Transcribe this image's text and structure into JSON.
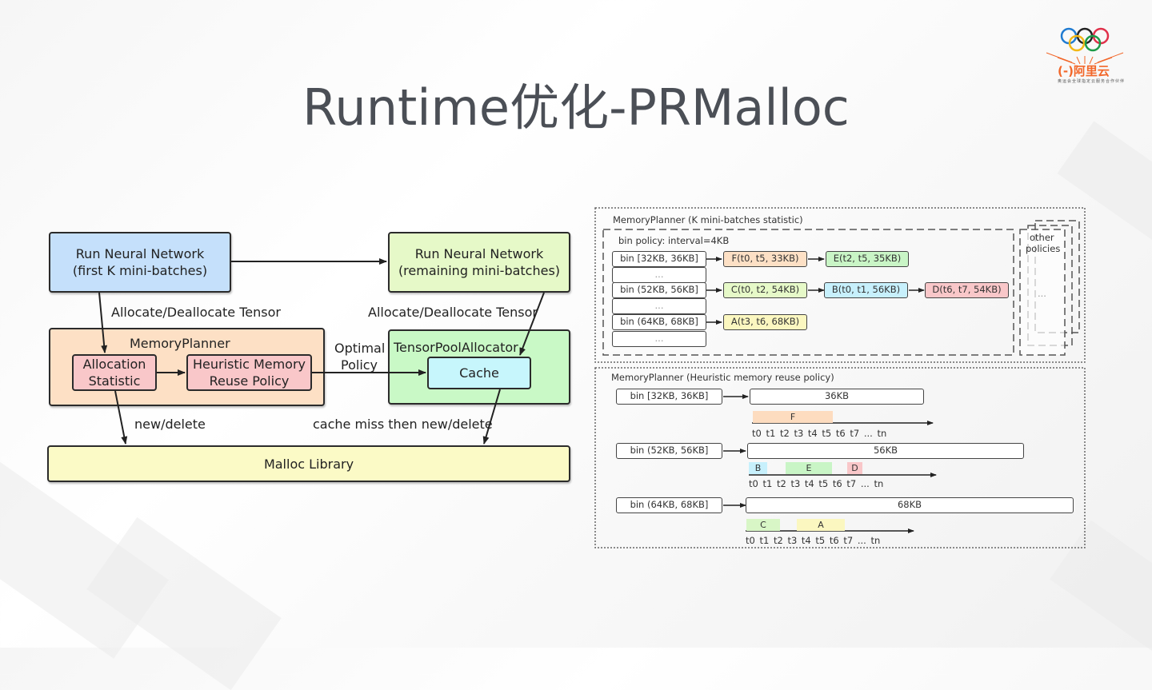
{
  "slide": {
    "title": "Runtime优化-PRMalloc",
    "logo": {
      "brand_text": "(-)阿里云",
      "subtitle": "奥运会全球指定云服务合作伙伴",
      "icon": "olympic-rings-icon"
    }
  },
  "left_diagram": {
    "run_first": "Run Neural Network\n(first K mini-batches)",
    "run_first_line1": "Run Neural Network",
    "run_first_line2": "(first K mini-batches)",
    "run_remaining_line1": "Run Neural Network",
    "run_remaining_line2": "(remaining mini-batches)",
    "edge_alloc_left": "Allocate/Deallocate Tensor",
    "edge_alloc_right": "Allocate/Deallocate Tensor",
    "memory_planner": "MemoryPlanner",
    "allocation_line1": "Allocation",
    "allocation_line2": "Statistic",
    "heuristic_line1": "Heuristic Memory",
    "heuristic_line2": "Reuse Policy",
    "optimal_line1": "Optimal",
    "optimal_line2": "Policy",
    "tensor_pool": "TensorPoolAllocator",
    "cache": "Cache",
    "edge_new_delete": "new/delete",
    "edge_cache_miss": "cache miss then new/delete",
    "malloc": "Malloc Library",
    "colors": {
      "run_first": "#c5e0fb",
      "run_remaining": "#e6f9c8",
      "planner": "#fde0c5",
      "pink": "#f9c7c9",
      "tensor_pool": "#c9f9c6",
      "cache": "#c7f6fc",
      "malloc": "#fbfac6"
    }
  },
  "right_diagram": {
    "stat_panel": {
      "title": "MemoryPlanner (K mini-batches statistic)",
      "bin_policy": "bin policy: interval=4KB",
      "bins": [
        {
          "label": "bin [32KB, 36KB]",
          "nodes": [
            {
              "label": "F(t0, t5, 33KB)",
              "color": "#fde0c5"
            },
            {
              "label": "E(t2, t5, 35KB)",
              "color": "#c9f5c6"
            }
          ]
        },
        {
          "label": "...",
          "nodes": []
        },
        {
          "label": "bin (52KB, 56KB]",
          "nodes": [
            {
              "label": "C(t0, t2, 54KB)",
              "color": "#e6f9c8"
            },
            {
              "label": "B(t0, t1, 56KB)",
              "color": "#c7f0fc"
            },
            {
              "label": "D(t6, t7, 54KB)",
              "color": "#f9c7c9"
            }
          ]
        },
        {
          "label": "...",
          "nodes": []
        },
        {
          "label": "bin (64KB, 68KB]",
          "nodes": [
            {
              "label": "A(t3, t6, 68KB)",
              "color": "#fbf7c0"
            }
          ]
        },
        {
          "label": "...",
          "nodes": []
        }
      ],
      "other_policies": "other policies",
      "other_line1": "other",
      "other_line2": "policies",
      "other_ellipsis": "..."
    },
    "heuristic_panel": {
      "title": "MemoryPlanner (Heuristic memory reuse policy)",
      "timeline_ticks": "t0  t1  t2  t3  t4  t5 t6  t7  ...  tn",
      "rows": [
        {
          "bin": "bin [32KB, 36KB]",
          "block": "36KB",
          "segments": [
            {
              "label": "F",
              "start": 0,
              "end": 5,
              "color": "#fddcbf"
            }
          ]
        },
        {
          "bin": "bin (52KB, 56KB]",
          "block": "56KB",
          "segments": [
            {
              "label": "B",
              "start": 0,
              "end": 1,
              "color": "#c7f0fc"
            },
            {
              "label": "E",
              "start": 2,
              "end": 5,
              "color": "#c9f5c6"
            },
            {
              "label": "D",
              "start": 6,
              "end": 7,
              "color": "#f9c7c9"
            }
          ]
        },
        {
          "bin": "bin (64KB, 68KB]",
          "block": "68KB",
          "segments": [
            {
              "label": "C",
              "start": 0,
              "end": 2,
              "color": "#d8f6c6"
            },
            {
              "label": "A",
              "start": 3,
              "end": 6,
              "color": "#fbf7c0"
            }
          ]
        }
      ]
    }
  }
}
